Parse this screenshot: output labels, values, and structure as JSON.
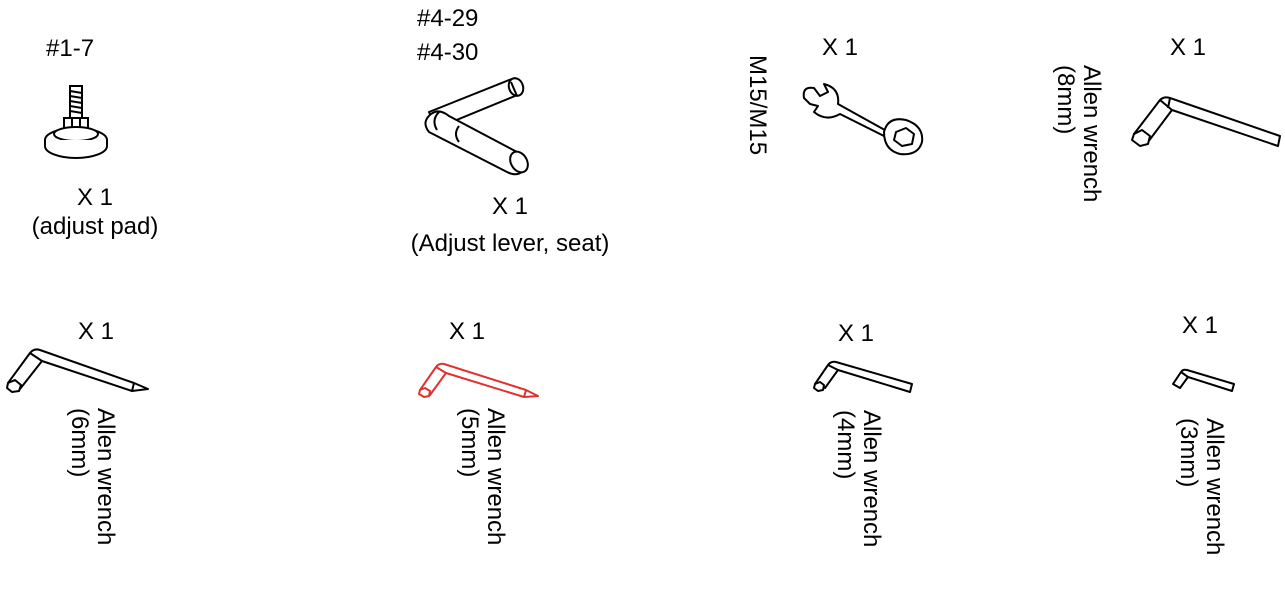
{
  "parts": {
    "adjust_pad": {
      "part_no": "#1-7",
      "qty": "X 1",
      "name": "(adjust pad)"
    },
    "adjust_lever": {
      "part_no_1": "#4-29",
      "part_no_2": "#4-30",
      "qty": "X 1",
      "name": "(Adjust lever, seat)"
    },
    "spanner": {
      "size": "M15/M15",
      "qty": "X 1"
    },
    "allen_8mm": {
      "qty": "X 1",
      "name": "Allen wrench",
      "size": "(8mm)"
    },
    "allen_6mm": {
      "qty": "X 1",
      "name": "Allen wrench",
      "size": "(6mm)"
    },
    "allen_5mm": {
      "qty": "X 1",
      "name": "Allen wrench",
      "size": "(5mm)",
      "color": "#e0322c"
    },
    "allen_4mm": {
      "qty": "X 1",
      "name": "Allen wrench",
      "size": "(4mm)"
    },
    "allen_3mm": {
      "qty": "X 1",
      "name": "Allen wrench",
      "size": "(3mm)"
    }
  },
  "colors": {
    "ink": "#000000",
    "highlight": "#e0322c",
    "background": "#ffffff"
  }
}
